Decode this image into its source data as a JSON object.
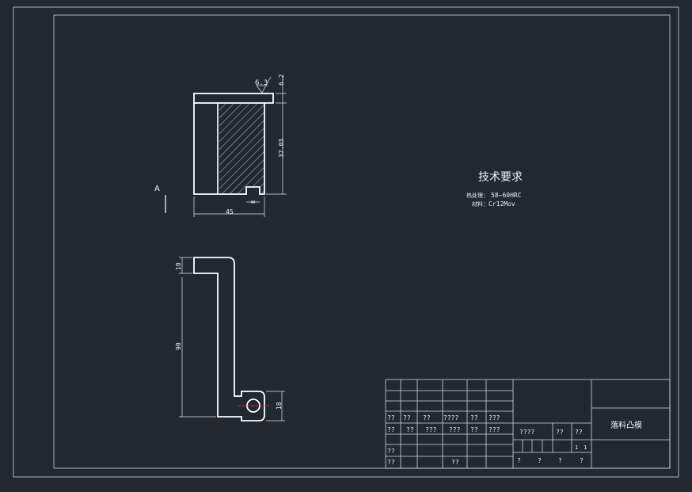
{
  "tech_requirements": {
    "title": "技术要求",
    "heat_treatment_label": "热处理：",
    "heat_treatment_value": "58~60HRC",
    "material_label": "材料：",
    "material_value": "Cr12Mov"
  },
  "dimensions": {
    "top_view": {
      "roughness": "6.3",
      "flange_height": "6.2",
      "body_height": "37.03",
      "slot_width": "8",
      "width": "45"
    },
    "section_label": "A",
    "side_view": {
      "top_thickness": "10",
      "height": "90",
      "eye_height": "18"
    }
  },
  "title_block": {
    "part_name": "落料凸模",
    "row1": [
      "??",
      "??",
      "??",
      "????",
      "??",
      "???"
    ],
    "row2": [
      "??",
      "??",
      "???",
      "???",
      "??",
      "???"
    ],
    "row2_mid": [
      "????",
      "??",
      "??"
    ],
    "scale": [
      "1",
      "1"
    ],
    "row4_left": "??",
    "row5_left": "??",
    "row5_mid": "??",
    "bottom_marks": [
      "?",
      "?",
      "?",
      "?"
    ]
  },
  "colors": {
    "background": "#212830",
    "line": "#ffffff",
    "center_line": "#e03030"
  }
}
